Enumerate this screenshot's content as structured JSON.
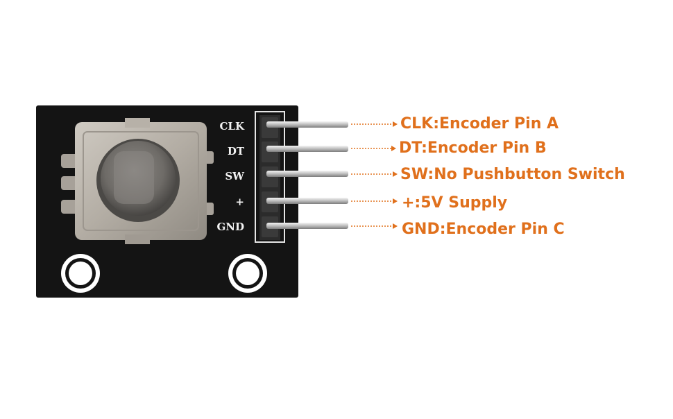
{
  "board": {
    "silkscreen_labels": [
      "CLK",
      "DT",
      "SW",
      "+",
      "GND"
    ]
  },
  "pins": [
    {
      "label": "CLK:Encoder Pin A"
    },
    {
      "label": "DT:Encoder Pin B"
    },
    {
      "label": "SW:No Pushbutton Switch"
    },
    {
      "label": "+:5V Supply"
    },
    {
      "label": "GND:Encoder Pin C"
    }
  ],
  "colors": {
    "callout": "#e0701c",
    "pcb": "#141414",
    "metal": "#b9b4ac"
  }
}
